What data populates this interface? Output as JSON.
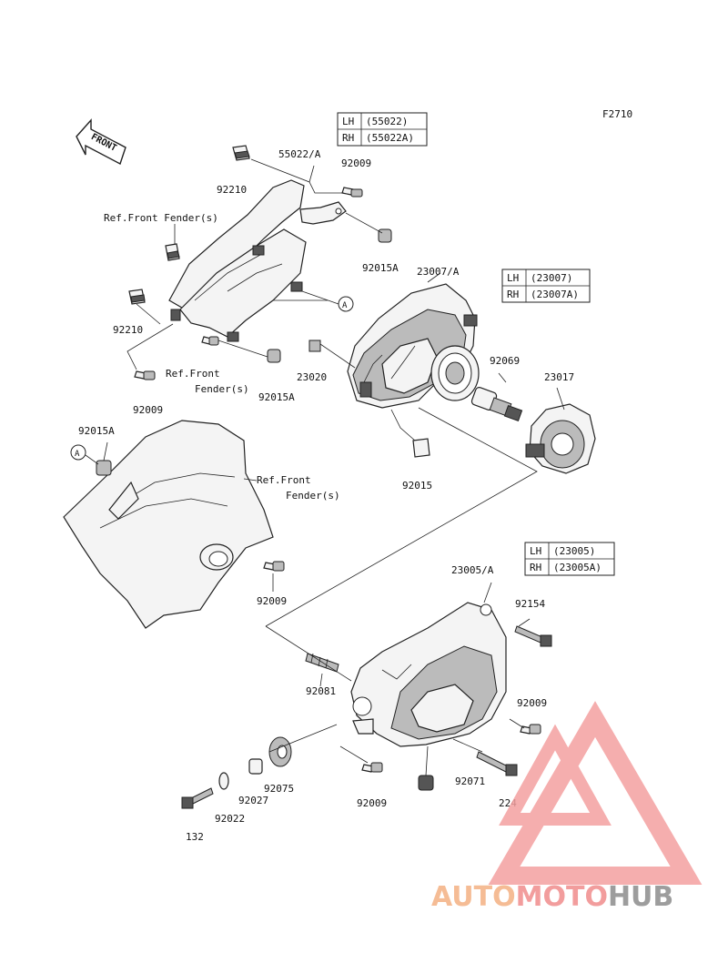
{
  "figure_code": "F2710",
  "front_arrow_label": "FRONT",
  "ref_label_line1": "Ref.Front",
  "ref_label_line2": "Fender(s)",
  "ref_label_single": "Ref.Front Fender(s)",
  "marker_letter": "A",
  "tables": [
    {
      "rows": [
        {
          "side": "LH",
          "code": "(55022)"
        },
        {
          "side": "RH",
          "code": "(55022A)"
        }
      ]
    },
    {
      "rows": [
        {
          "side": "LH",
          "code": "(23007)"
        },
        {
          "side": "RH",
          "code": "(23007A)"
        }
      ]
    },
    {
      "rows": [
        {
          "side": "LH",
          "code": "(23005)"
        },
        {
          "side": "RH",
          "code": "(23005A)"
        }
      ]
    }
  ],
  "part_numbers": {
    "p55022A": "55022/A",
    "p92210_top": "92210",
    "p92009_top": "92009",
    "p92015A_top": "92015A",
    "p23007A": "23007/A",
    "p92210_left": "92210",
    "p92009_left": "92009",
    "p92015A_mid": "92015A",
    "p23020": "23020",
    "p92069": "92069",
    "p23017": "23017",
    "p92015A_fender": "92015A",
    "p92015": "92015",
    "p92009_fender": "92009",
    "p23005A": "23005/A",
    "p92154": "92154",
    "p92081": "92081",
    "p92009_right": "92009",
    "p92071": "92071",
    "p224": "224",
    "p92075": "92075",
    "p92027": "92027",
    "p92009_bottom": "92009",
    "p92022": "92022",
    "p132": "132"
  },
  "watermark": {
    "part1": "AUTO",
    "part2": "MOTO",
    "part3": "HUB",
    "color_orange": "#f4b183",
    "color_red": "#f08c8c",
    "color_grey": "#8c8c8c"
  }
}
